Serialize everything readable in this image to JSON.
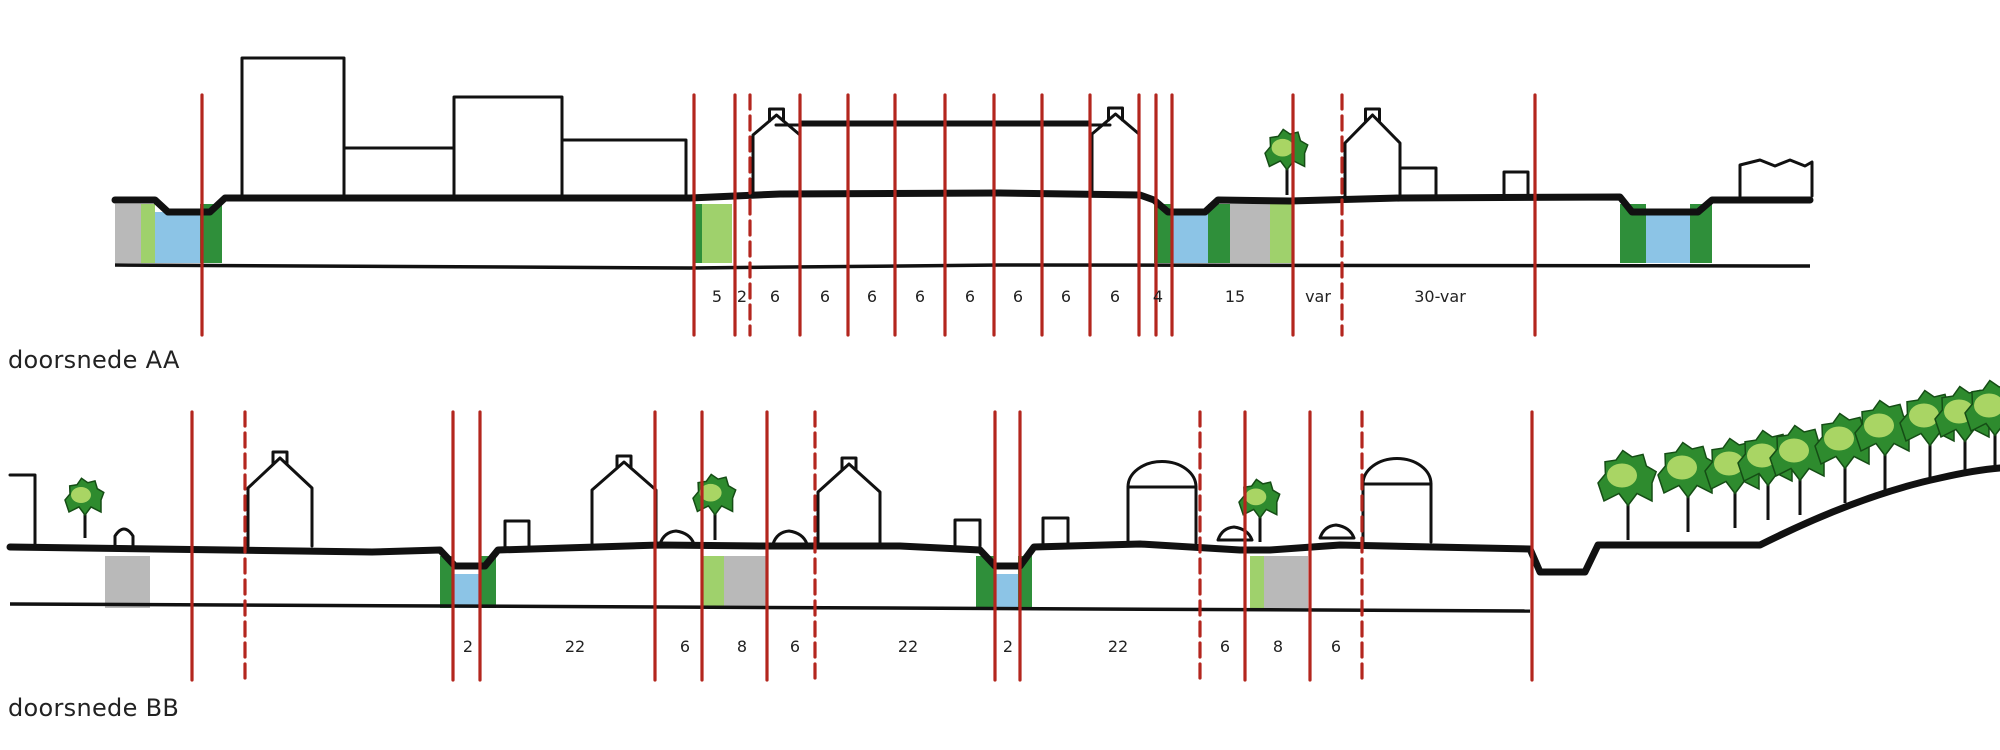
{
  "sections": [
    {
      "id": "AA",
      "title": "doorsnede AA",
      "dimensions": [
        "5",
        "2",
        "6",
        "6",
        "6",
        "6",
        "6",
        "6",
        "6",
        "6",
        "4",
        "15",
        "var",
        "30-var"
      ]
    },
    {
      "id": "BB",
      "title": "doorsnede BB",
      "dimensions": [
        "2",
        "22",
        "6",
        "8",
        "6",
        "22",
        "2",
        "22",
        "6",
        "8",
        "6"
      ]
    }
  ],
  "colors": {
    "grid_line": "#b3261e",
    "water": "#8cc4e6",
    "green_dark": "#2f8f3a",
    "green_light": "#9fd16c",
    "paving": "#b9b9b9",
    "tree_dark": "#2e8b2e",
    "tree_light": "#b7dd6a"
  }
}
